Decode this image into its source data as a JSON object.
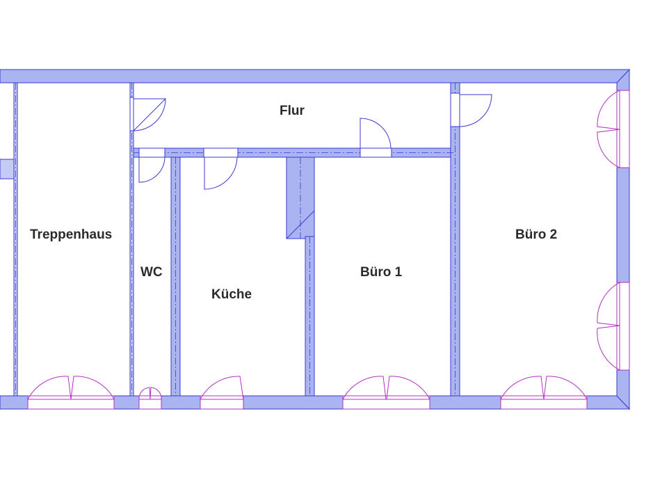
{
  "rooms": {
    "treppenhaus": "Treppenhaus",
    "wc": "WC",
    "kueche": "Küche",
    "flur": "Flur",
    "buero1": "Büro 1",
    "buero2": "Büro 2"
  },
  "colors": {
    "wall_fill": "#aab4f0",
    "wall_stroke": "#3a3ad0",
    "window_stroke": "#b030c0",
    "label": "#2a2a2a"
  }
}
